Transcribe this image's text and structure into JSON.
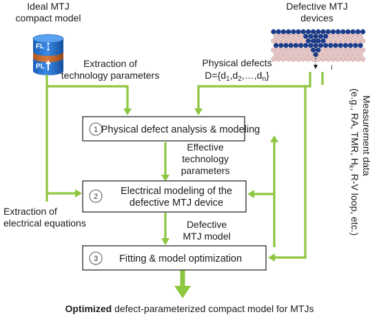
{
  "top_left": {
    "title_line1": "Ideal MTJ",
    "title_line2": "compact model",
    "layer_fl": "FL",
    "layer_pl": "PL"
  },
  "top_right": {
    "title_line1": "Defective MTJ",
    "title_line2": "devices",
    "current_label": "I"
  },
  "annotations": {
    "extraction_tech_line1": "Extraction of",
    "extraction_tech_line2": "technology parameters",
    "physical_defects_line1": "Physical defects",
    "physical_defects_set": "D={d",
    "physical_defects_set_sub1": "1",
    "physical_defects_set_mid1": ",d",
    "physical_defects_set_sub2": "2",
    "physical_defects_set_mid2": ",…,d",
    "physical_defects_set_subn": "n",
    "physical_defects_set_end": "}",
    "effective_line1": "Effective",
    "effective_line2": "technology",
    "effective_line3": "parameters",
    "defective_line1": "Defective",
    "defective_line2": "MTJ model",
    "extraction_elec_line1": "Extraction of",
    "extraction_elec_line2": "electrical equations",
    "measurement_line1": "Measurement data",
    "measurement_line2": "(e.g., RA, TMR, H",
    "measurement_line2_sub": "k",
    "measurement_line2_end": ", R-V loop, etc.)"
  },
  "boxes": [
    {
      "num": "1",
      "label": "Physical defect analysis & modeling"
    },
    {
      "num": "2",
      "label_line1": "Electrical modeling of  the",
      "label_line2": "defective MTJ device"
    },
    {
      "num": "3",
      "label": "Fitting & model optimization"
    }
  ],
  "footer": {
    "bold": "Optimized",
    "rest": " defect-parameterized compact model for MTJs"
  },
  "colors": {
    "arrow": "#8dc63f",
    "mtj_blue": "#1f6fd1",
    "mtj_orange": "#c8652a",
    "atom_pink": "#e8c4c4",
    "atom_blue": "#1d3d8f"
  }
}
